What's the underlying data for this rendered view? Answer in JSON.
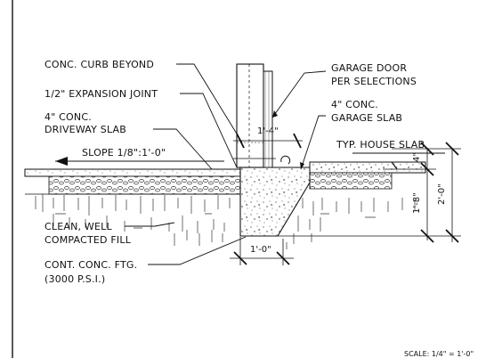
{
  "labels": {
    "curb": "CONC. CURB BEYOND",
    "expansion": "1/2\" EXPANSION JOINT",
    "driveway_1": "4\" CONC.",
    "driveway_2": "DRIVEWAY SLAB",
    "slope": "SLOPE 1/8\":1'-0\"",
    "fill_1": "CLEAN, WELL",
    "fill_2": "COMPACTED FILL",
    "ftg_1": "CONT. CONC. FTG.",
    "ftg_2": "(3000 P.S.I.)",
    "door_1": "GARAGE DOOR",
    "door_2": "PER SELECTIONS",
    "garage_1": "4\" CONC.",
    "garage_2": "GARAGE SLAB",
    "house": "TYP. HOUSE SLAB"
  },
  "dimensions": {
    "wall_offset": "1'-4\"",
    "slab_thickness": "4\"",
    "stem_depth": "1'-8\"",
    "total_depth": "2'-0\"",
    "footing_width": "1'-0\""
  },
  "scale": "SCALE: 1/4\" = 1'-0\""
}
